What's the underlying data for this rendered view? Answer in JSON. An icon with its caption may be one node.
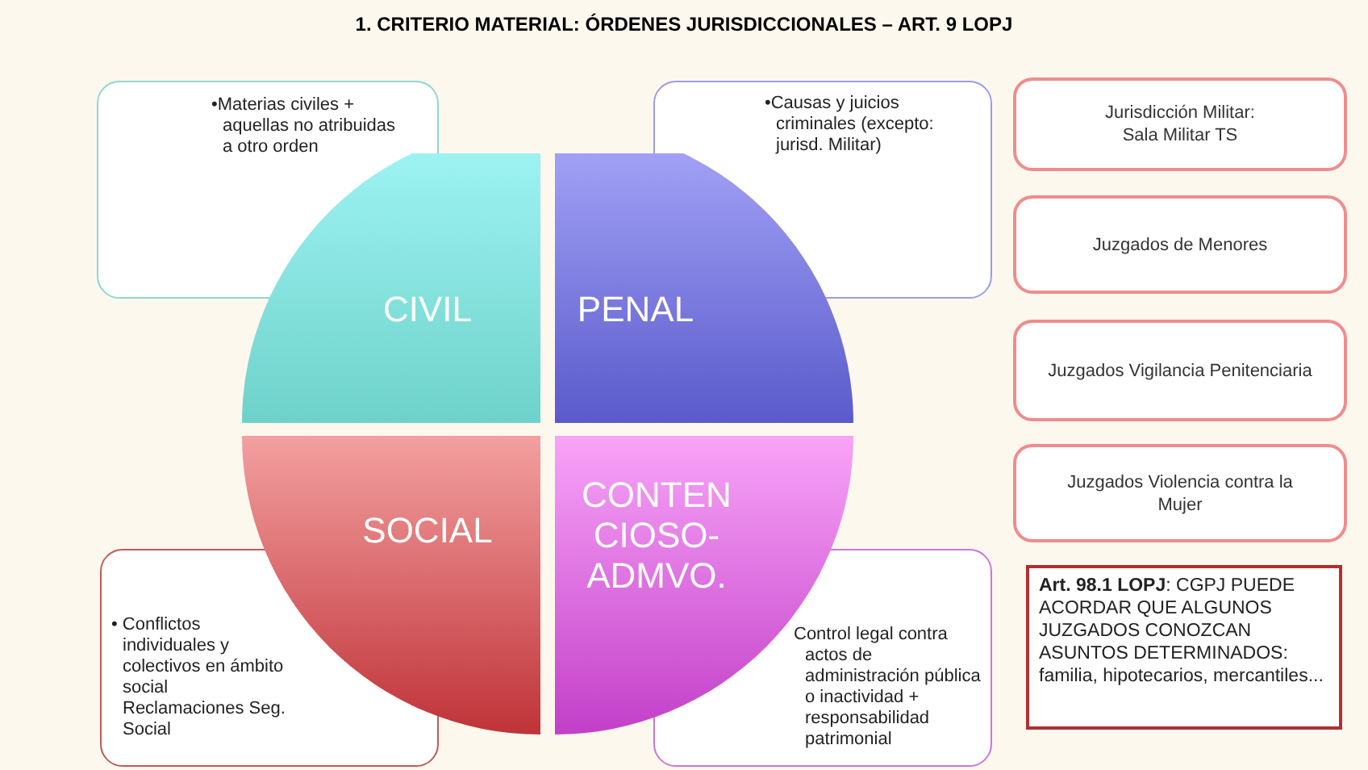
{
  "diagram": {
    "title": "1. CRITERIO MATERIAL: ÓRDENES JURISDICCIONALES – ART. 9 LOPJ",
    "nodes": [
      {
        "text": [
          "•Materias civiles + aquellas no atribuidas a otro orden"
        ]
      },
      {
        "text": [
          "•Causas y juicios criminales (excepto: jurisd. Militar)"
        ]
      },
      {
        "text": [
          "Jurisdicción Militar: Sala Militar TS"
        ]
      },
      {
        "text": [
          "CIVIL"
        ]
      },
      {
        "text": [
          "PENAL"
        ]
      },
      {
        "text": [
          "Juzgados de Menores"
        ]
      },
      {
        "text": [
          "Juzgados Vigilancia Penitenciaria"
        ]
      },
      {
        "text": [
          "SOCIAL"
        ]
      },
      {
        "text": [
          "CONTEN CIOSO- ADMVO."
        ]
      },
      {
        "text": [
          "Juzgados Violencia contra la Mujer"
        ]
      },
      {
        "text": [
          "**Art. 98.1 LOPJ**: CGPJ PUEDE ACORDAR QUE ALGUNOS JUZGADOS CONOZCAN ASUNTOS DETERMINADOS: familia, hipotecarios, mercantiles..."
        ]
      },
      {
        "text": [
          "• Conflictos individuales y colectivos en ámbito social",
          "Reclamaciones Seg. Social"
        ]
      },
      {
        "text": [
          "Control legal contra actos de administración pública o inactividad + responsabilidad patrimonial"
        ]
      }
    ],
    "edges": []
  }
}
